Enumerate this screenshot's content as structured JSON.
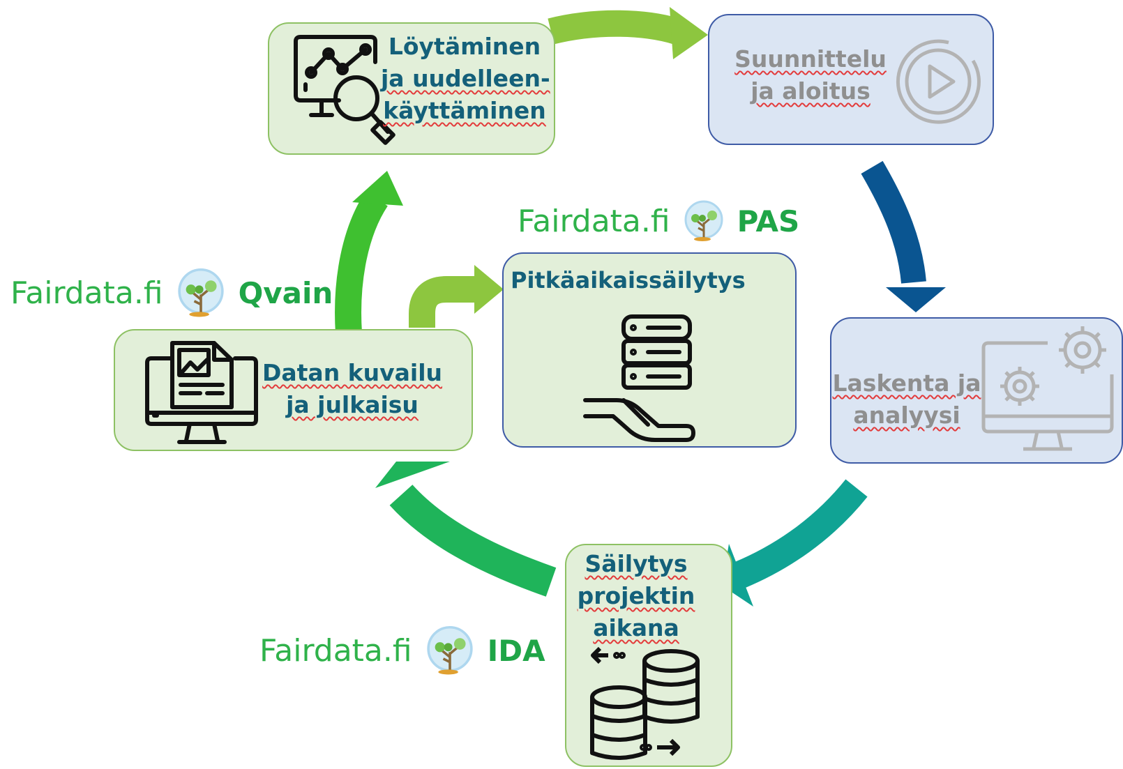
{
  "stages": {
    "discovery": {
      "line1": "Löytäminen",
      "line2": "ja uudelleen-",
      "line3": "käyttäminen"
    },
    "planning": {
      "line1": "Suunnittelu",
      "line2": "ja aloitus"
    },
    "compute": {
      "line1": "Laskenta ja",
      "line2": "analyysi"
    },
    "storage": {
      "line1": "Säilytys",
      "line2": "projektin",
      "line3": "aikana"
    },
    "describe": {
      "line1": "Datan kuvailu",
      "line2": "ja julkaisu"
    },
    "preservation": {
      "line1": "Pitkäaikaissäilytys"
    }
  },
  "services": {
    "pas": {
      "brand": "Fairdata.fi",
      "service": "PAS"
    },
    "qvain": {
      "brand": "Fairdata.fi",
      "service": "Qvain"
    },
    "ida": {
      "brand": "Fairdata.fi",
      "service": "IDA"
    }
  },
  "icons": [
    "monitor-analytics-search-icon",
    "play-circle-icon",
    "monitor-gears-icon",
    "databases-transfer-icon",
    "monitor-document-image-icon",
    "server-hand-icon",
    "fairdata-tree-logo"
  ],
  "colors": {
    "green_box_fill": "#e2efd9",
    "green_box_border": "#8dc163",
    "blue_box_fill": "#dbe5f3",
    "blue_box_border": "#3e5ba6",
    "label_teal": "#14607a",
    "label_grey": "#8f8f8f",
    "arrow_lightgreen": "#8dc63f",
    "arrow_darkblue": "#0a5591",
    "arrow_teal": "#10a394",
    "arrow_green": "#1fb45a",
    "arrow_brightgreen": "#3fc030",
    "fairdata_green": "#2fb24a"
  }
}
